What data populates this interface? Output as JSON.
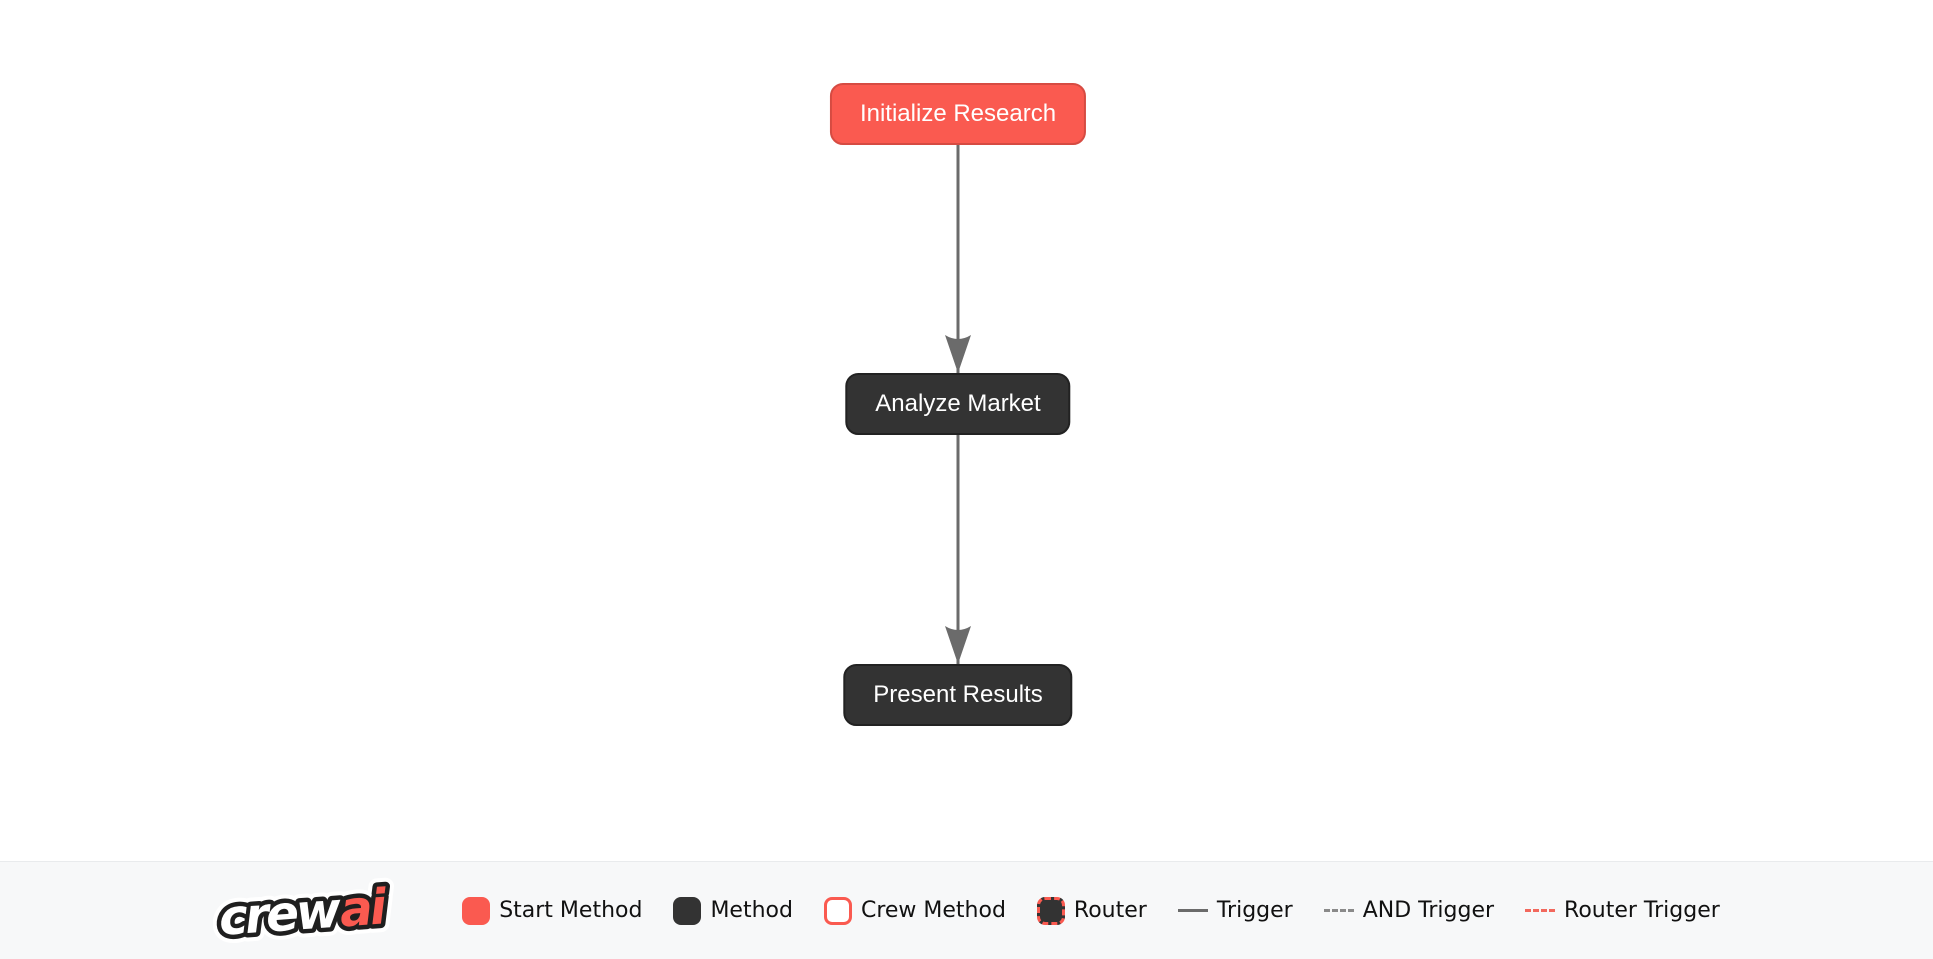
{
  "colors": {
    "page-bg": "#ffffff",
    "legend-bg": "#f7f8f9",
    "legend-border": "#e9ebed",
    "start-fill": "#fa5a50",
    "start-border": "#d64b42",
    "method-fill": "#333333",
    "method-border": "#222222",
    "node-text": "#ffffff",
    "legend-text": "#111111",
    "edge": "#6b6b6b",
    "and-edge": "#8a8a8a",
    "router-edge": "#f2685d",
    "logo-outline": "#1f1f1f"
  },
  "flow": {
    "nodes": [
      {
        "label": "Initialize Research",
        "type": "start"
      },
      {
        "label": "Analyze Market",
        "type": "method"
      },
      {
        "label": "Present Results",
        "type": "method"
      }
    ],
    "edges": [
      {
        "from": "Initialize Research",
        "to": "Analyze Market",
        "type": "trigger"
      },
      {
        "from": "Analyze Market",
        "to": "Present Results",
        "type": "trigger"
      }
    ]
  },
  "legend": {
    "logo_crew": "crew",
    "logo_ai": "ai",
    "items": [
      {
        "label": "Start Method",
        "swatch": "start-method"
      },
      {
        "label": "Method",
        "swatch": "method"
      },
      {
        "label": "Crew Method",
        "swatch": "crew-method"
      },
      {
        "label": "Router",
        "swatch": "router"
      },
      {
        "label": "Trigger",
        "swatch": "trigger-line"
      },
      {
        "label": "AND Trigger",
        "swatch": "and-trigger-line"
      },
      {
        "label": "Router Trigger",
        "swatch": "router-trigger-line"
      }
    ]
  }
}
